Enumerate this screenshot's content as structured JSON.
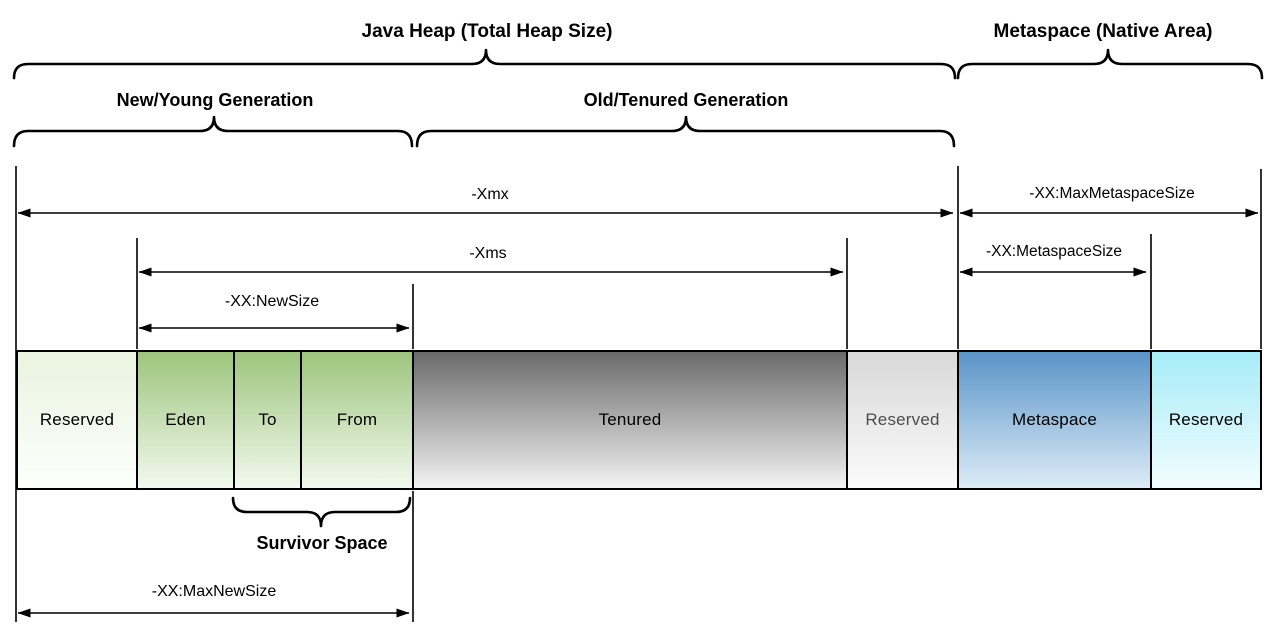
{
  "diagram": {
    "title_java_heap": "Java Heap (Total Heap Size)",
    "title_metaspace": "Metaspace (Native Area)",
    "generation_labels": {
      "new_young": "New/Young Generation",
      "old_tenured": "Old/Tenured Generation"
    },
    "survivor_label": "Survivor Space",
    "jvm_flags": {
      "xmx": "-Xmx",
      "xms": "-Xms",
      "new_size": "-XX:NewSize",
      "max_new_size": "-XX:MaxNewSize",
      "max_metaspace_size": "-XX:MaxMetaspaceSize",
      "metaspace_size": "-XX:MetaspaceSize"
    },
    "memory_segments": [
      {
        "label": "Reserved",
        "color_top": "#e9f4e0"
      },
      {
        "label": "Eden",
        "color_top": "#9cc57d"
      },
      {
        "label": "To",
        "color_top": "#9cc57d"
      },
      {
        "label": "From",
        "color_top": "#9cc57d"
      },
      {
        "label": "Tenured",
        "color_top": "#6a6a6a"
      },
      {
        "label": "Reserved",
        "color_top": "#d8d8d8"
      },
      {
        "label": "Metaspace",
        "color_top": "#5a94c8"
      },
      {
        "label": "Reserved",
        "color_top": "#a6ecf8"
      }
    ],
    "colors": {
      "line": "#000000",
      "reserved_gray_text": "#4d4d4d",
      "background": "#ffffff"
    }
  }
}
